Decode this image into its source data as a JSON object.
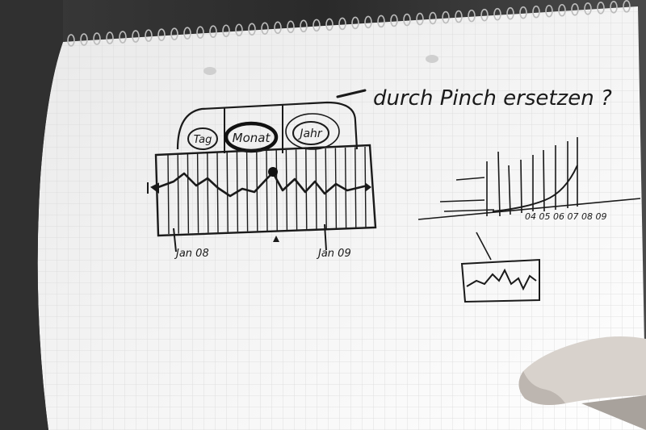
{
  "annotation": {
    "note": "durch Pinch ersetzen ?"
  },
  "segmented_control": {
    "items": [
      "Tag",
      "Monat",
      "Jahr"
    ],
    "selected": "Monat"
  },
  "timeline": {
    "x_labels": [
      "Jan 08",
      "Jan 09"
    ]
  },
  "zoom_sketch": {
    "x_labels": "04 05 06 07 08 09"
  },
  "colors": {
    "paper": "#f4f4f4",
    "ink": "#1a1a1a",
    "grid": "#d6d6d6",
    "background": "#2a2a2a",
    "skin": "#d8d2cc"
  }
}
